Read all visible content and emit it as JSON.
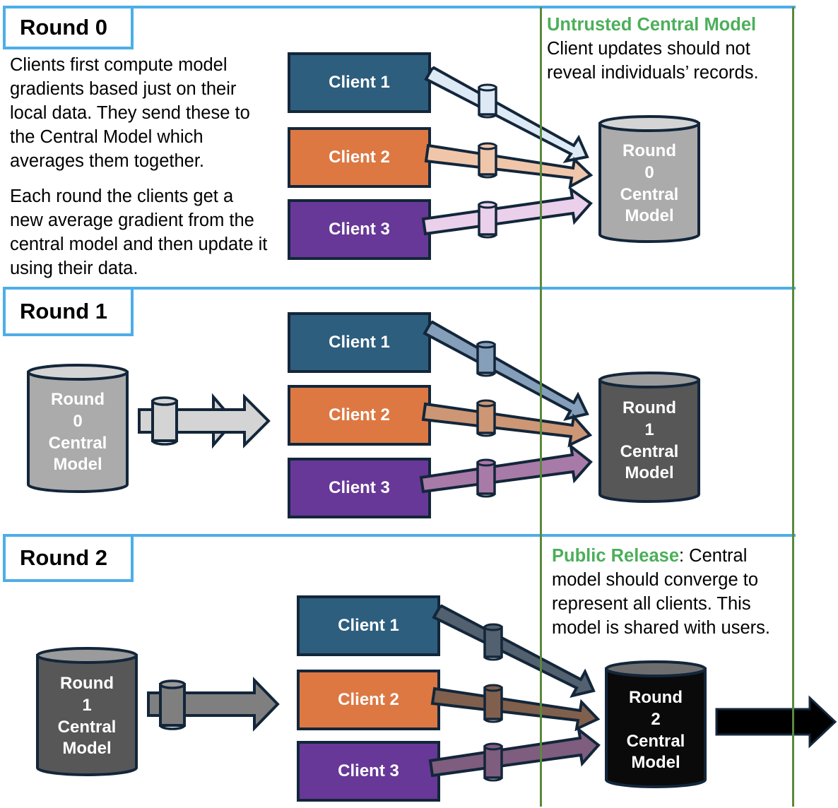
{
  "colors": {
    "round_bar": "#4daee8",
    "divider_line": "#5a8a3a",
    "highlight_text": "#4caf5a",
    "outline": "#13263a",
    "client1": "#2d5e7e",
    "client2": "#dd7843",
    "client3": "#673898"
  },
  "rounds": [
    {
      "label": "Round 0",
      "description": [
        "Clients first compute model gradients based just on their local data. They send these to the Central Model which averages them together.",
        "Each round the clients get a new average gradient from the central model and then update it using their data."
      ],
      "clients": [
        "Client 1",
        "Client 2",
        "Client 3"
      ],
      "arrow_colors": [
        "#dde9f5",
        "#f0c6aa",
        "#ead0ea"
      ],
      "output_model": {
        "lines": [
          "Round",
          "0",
          "Central",
          "Model"
        ],
        "fill": "#ababab",
        "top": "#d4d4d4"
      }
    },
    {
      "label": "Round 1",
      "input_model": {
        "lines": [
          "Round",
          "0",
          "Central",
          "Model"
        ],
        "fill": "#ababab",
        "top": "#d4d4d4",
        "arrow": "#d4d4d4"
      },
      "clients": [
        "Client 1",
        "Client 2",
        "Client 3"
      ],
      "arrow_colors": [
        "#859fba",
        "#cd9674",
        "#a87aa8"
      ],
      "output_model": {
        "lines": [
          "Round",
          "1",
          "Central",
          "Model"
        ],
        "fill": "#575757",
        "top": "#9b9b9b"
      }
    },
    {
      "label": "Round 2",
      "input_model": {
        "lines": [
          "Round",
          "1",
          "Central",
          "Model"
        ],
        "fill": "#575757",
        "top": "#9b9b9b",
        "arrow": "#7f7f7f"
      },
      "clients": [
        "Client 1",
        "Client 2",
        "Client 3"
      ],
      "arrow_colors": [
        "#52606f",
        "#80604c",
        "#7e5d7e"
      ],
      "output_model": {
        "lines": [
          "Round",
          "2",
          "Central",
          "Model"
        ],
        "fill": "#0a0a0a",
        "top": "#6e6e6e"
      },
      "release_arrow": "#000000"
    }
  ],
  "notes": {
    "untrusted": {
      "title": "Untrusted Central Model",
      "body_lines": [
        "Client updates should not",
        "reveal individuals’ records."
      ]
    },
    "public": {
      "title": "Public Release",
      "rest_first_line": ": Central",
      "body_lines": [
        "model should converge to",
        "represent all clients. This",
        "model is shared with users."
      ]
    }
  }
}
